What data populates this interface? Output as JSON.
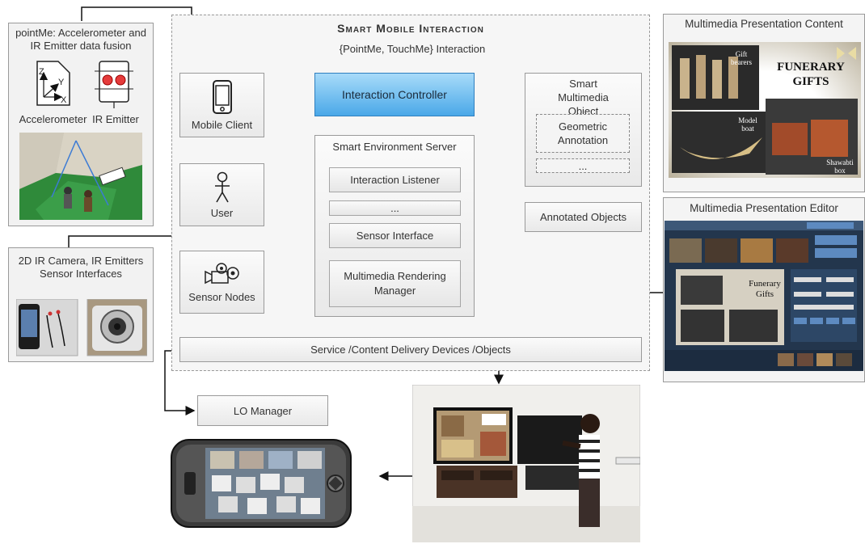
{
  "central": {
    "title": "Smart Mobile Interaction",
    "interaction_label": "{PointMe, TouchMe} Interaction",
    "mobile_client": "Mobile Client",
    "interaction_controller": "Interaction Controller",
    "smart_object": "Smart Multimedia Object",
    "geometric_annotation": "Geometric Annotation",
    "ellipsis": "...",
    "server_title": "Smart Environment Server",
    "interaction_listener": "Interaction Listener",
    "server_ellipsis": "...",
    "sensor_interface": "Sensor Interface",
    "rendering_manager": "Multimedia Rendering Manager",
    "user": "User",
    "sensor_nodes": "Sensor Nodes",
    "annotated_objects": "Annotated Objects",
    "delivery": "Service /Content Delivery Devices /Objects"
  },
  "pointme": {
    "title": "pointMe: Accelerometer and IR Emitter data fusion",
    "accelerometer": "Accelerometer",
    "ir_emitter": "IR Emitter",
    "axis_z": "Z",
    "axis_y": "Y",
    "axis_x": "X"
  },
  "camera_panel": {
    "title": "2D IR Camera, IR Emitters Sensor Interfaces"
  },
  "lo_manager": "LO Manager",
  "presentation": {
    "title": "Multimedia Presentation Content",
    "headline": "FUNERARY GIFTS",
    "gift_bearers": "Gift bearers",
    "model_boat": "Model boat",
    "shawabti_box": "Shawabti box"
  },
  "editor": {
    "title": "Multimedia Presentation Editor",
    "heading": "Funerary Gifts"
  },
  "colors": {
    "arrow_blue": "#5aa9e6",
    "arrow_yellow": "#f5c842",
    "controller_blue": "#5ab2ee"
  }
}
